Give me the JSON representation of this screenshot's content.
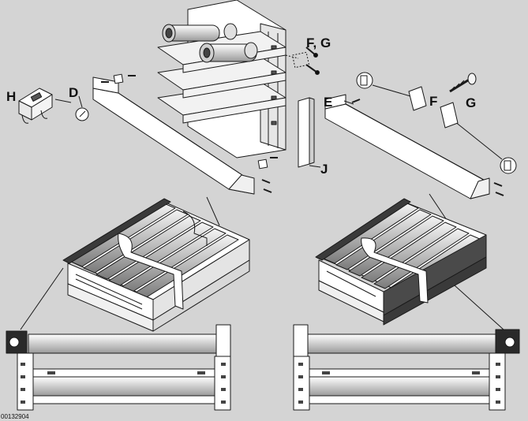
{
  "labels": {
    "h": "H",
    "d": "D",
    "fg_top": "F, G",
    "e": "E",
    "f": "F",
    "g": "G",
    "j": "J"
  },
  "drawing_code": "00132904",
  "colors": {
    "background": "#d4d4d4",
    "part_fill": "#ffffff",
    "stroke": "#1a1a1a",
    "dark_profile": "#3a3a3a"
  }
}
